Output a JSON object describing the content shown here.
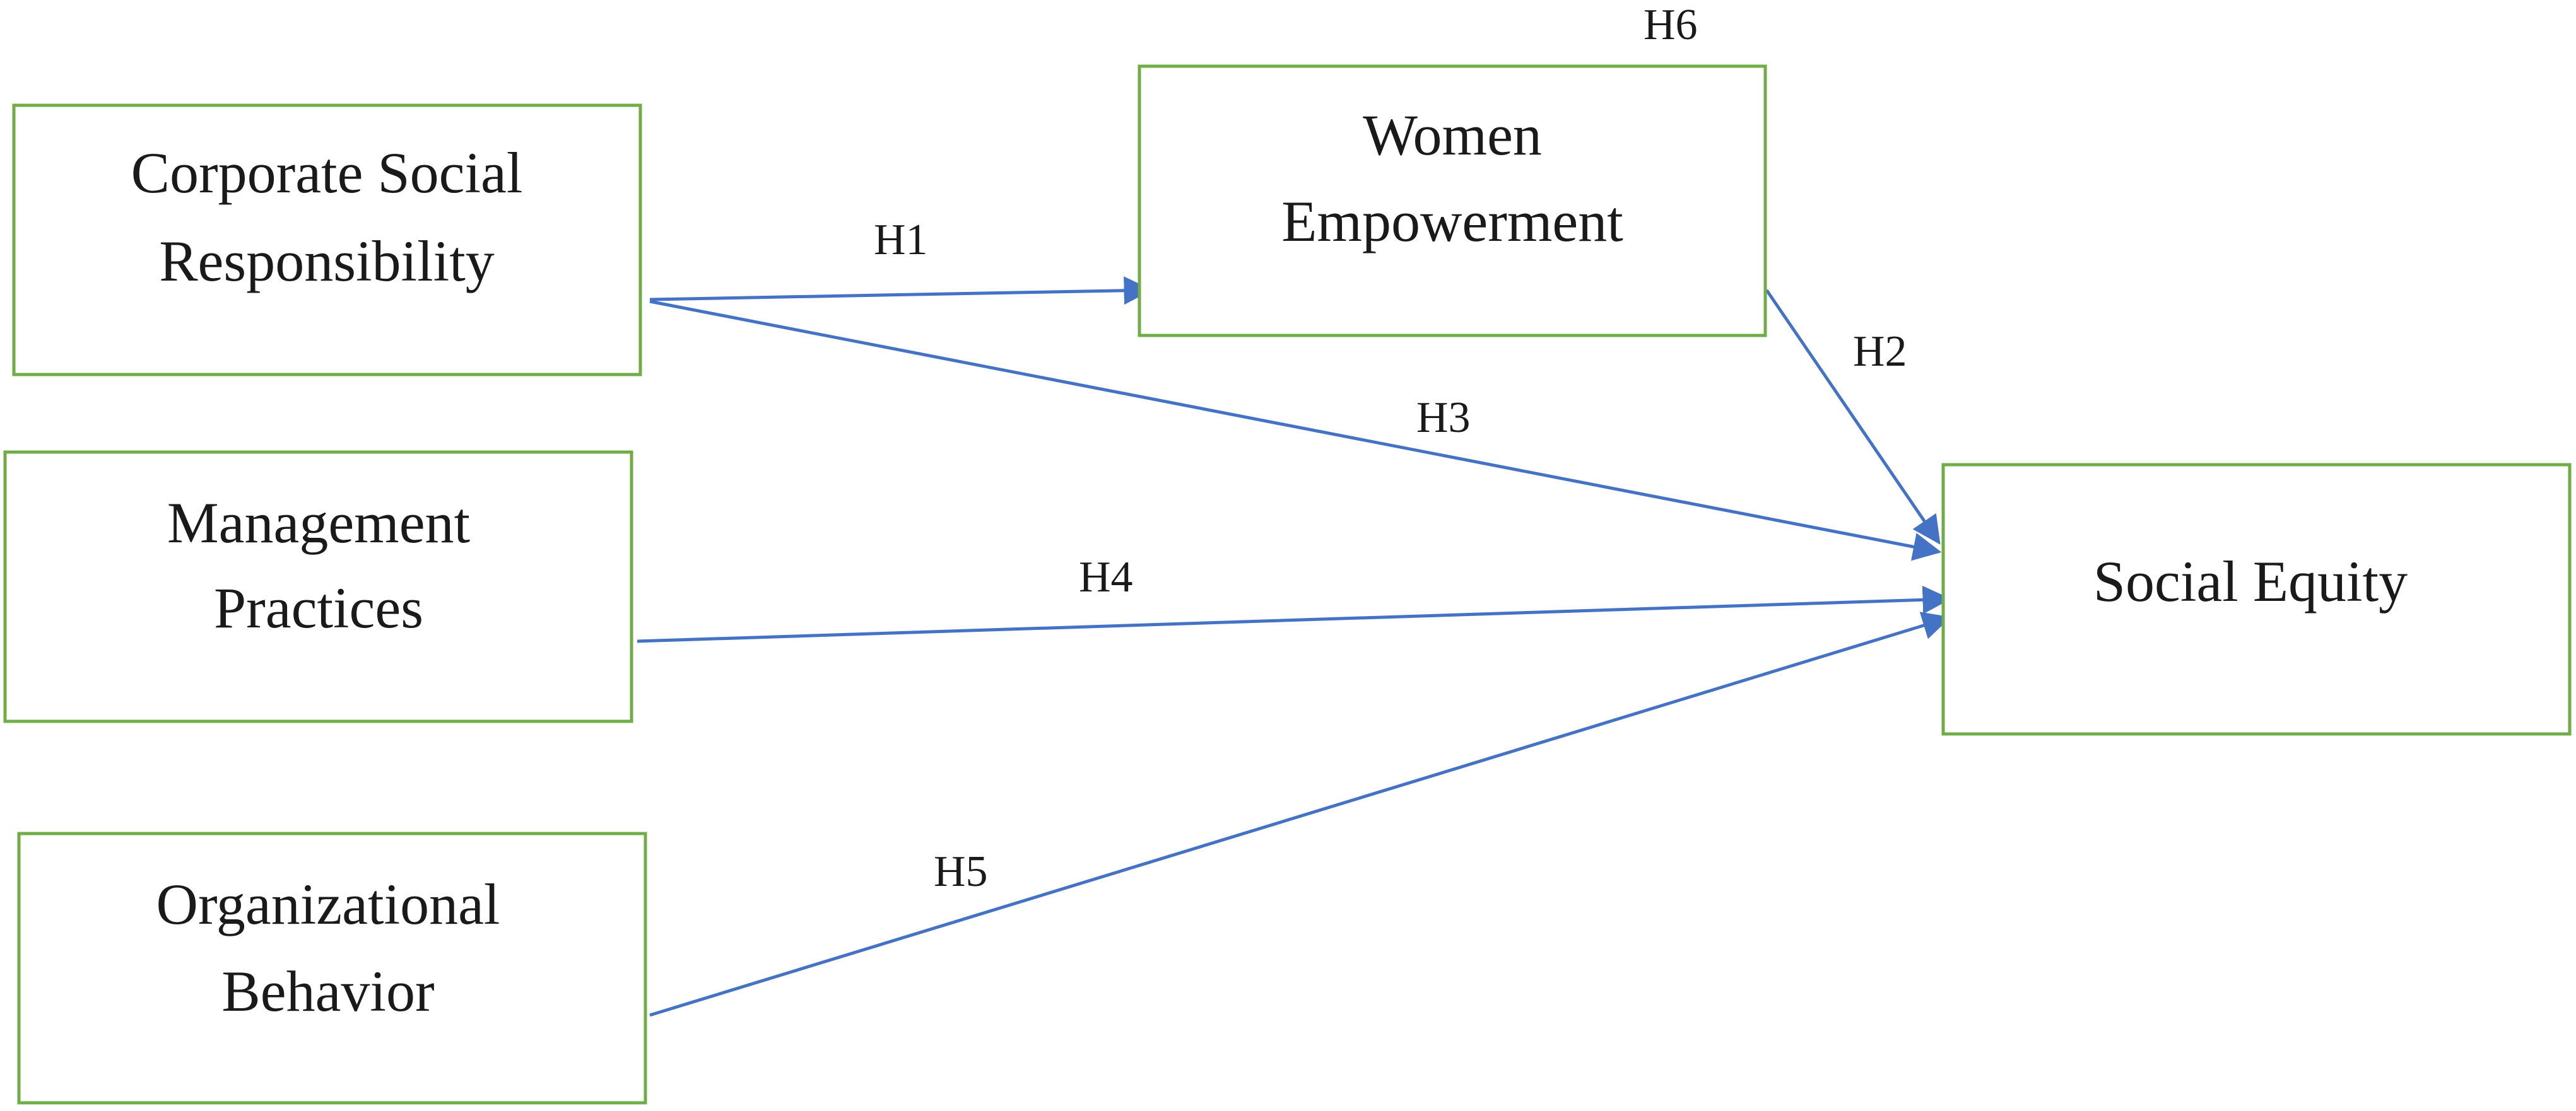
{
  "nodes": {
    "csr": {
      "line1": "Corporate Social",
      "line2": "Responsibility"
    },
    "women_empowerment": {
      "line1": "Women",
      "line2": "Empowerment"
    },
    "management_practices": {
      "line1": "Management",
      "line2": "Practices"
    },
    "organizational_behavior": {
      "line1": "Organizational",
      "line2": "Behavior"
    },
    "social_equity": {
      "line1": "Social Equity"
    }
  },
  "edges": {
    "h1": {
      "label": "H1",
      "from": "Corporate Social Responsibility",
      "to": "Women Empowerment"
    },
    "h2": {
      "label": "H2",
      "from": "Women Empowerment",
      "to": "Social Equity"
    },
    "h3": {
      "label": "H3",
      "from": "Corporate Social Responsibility",
      "to": "Social Equity"
    },
    "h4": {
      "label": "H4",
      "from": "Management Practices",
      "to": "Social Equity"
    },
    "h5": {
      "label": "H5",
      "from": "Organizational Behavior",
      "to": "Social Equity"
    },
    "h6": {
      "label": "H6"
    }
  },
  "colors": {
    "box_border": "#70ad47",
    "arrow": "#4472c4",
    "text": "#1a1a1a"
  }
}
